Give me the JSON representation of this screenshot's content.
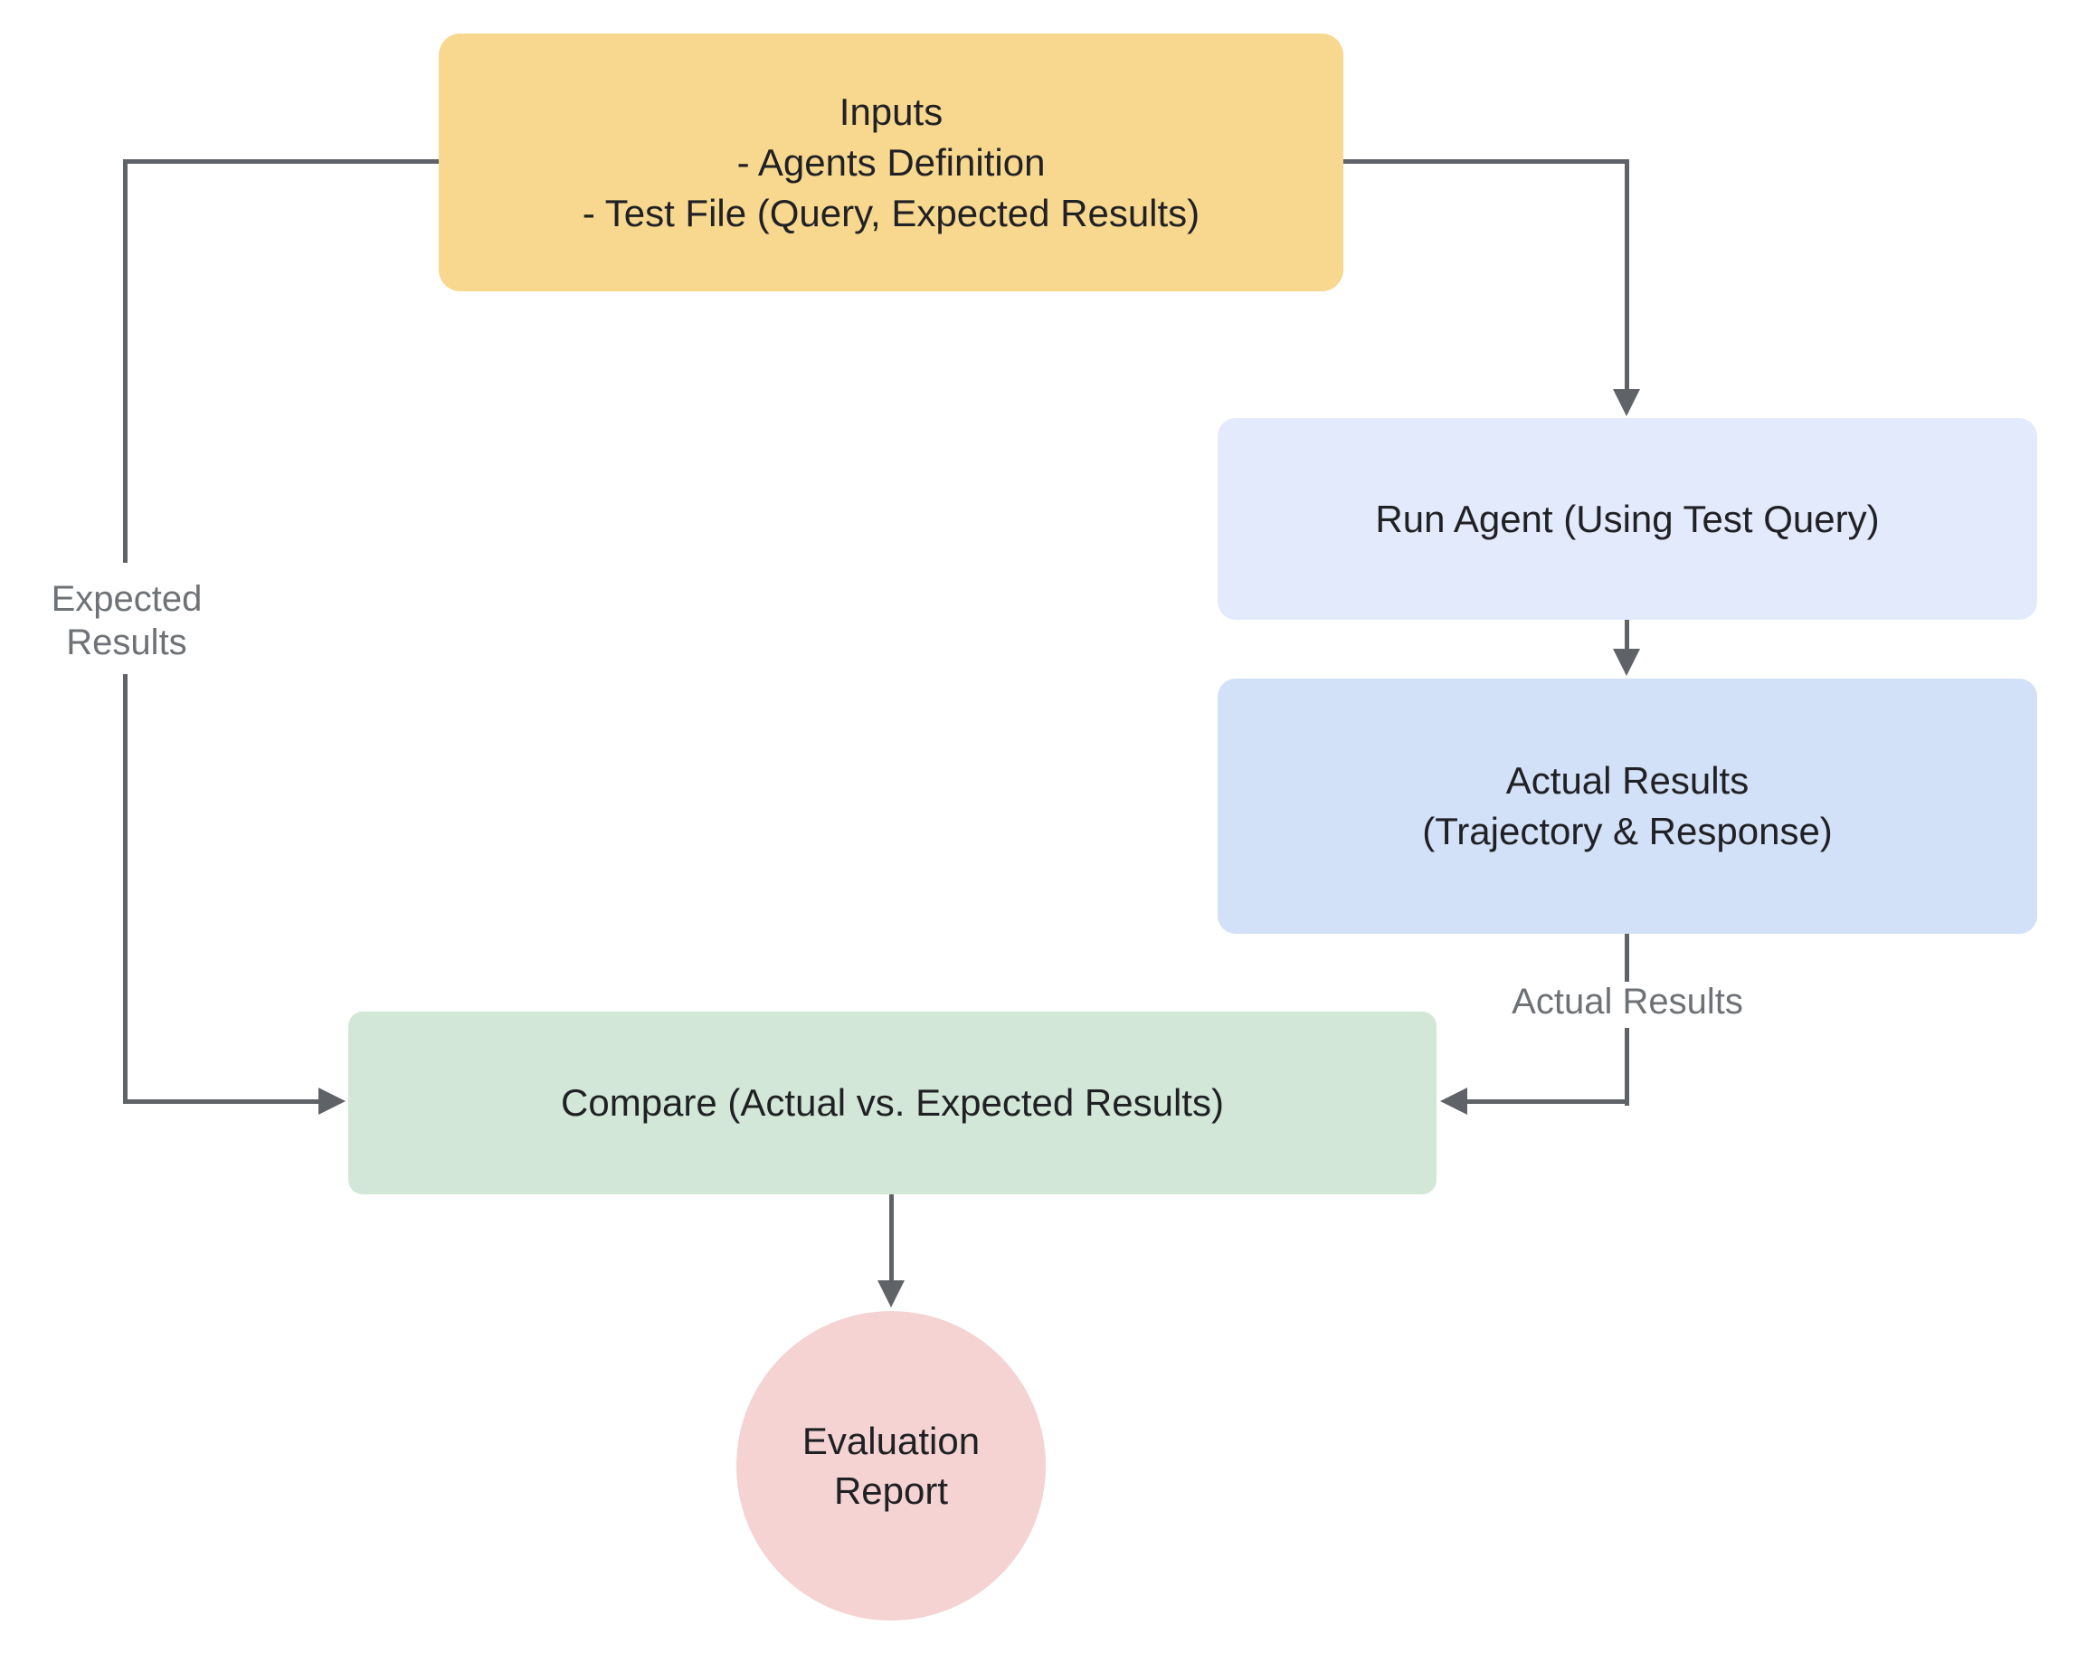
{
  "colors": {
    "inputs-fill": "#F8D78F",
    "run-agent-fill": "#E3EAFB",
    "actual-results-fill": "#D2E0F8",
    "compare-fill": "#D2E7D8",
    "report-fill": "#F4D3D2",
    "line": "#5F6368",
    "node-text": "#202124",
    "label-text": "#6E7276"
  },
  "nodes": {
    "inputs": {
      "lines": [
        "Inputs",
        "- Agents Definition",
        "- Test File (Query, Expected Results)"
      ]
    },
    "run_agent": {
      "label": "Run Agent (Using Test Query)"
    },
    "actual_results": {
      "lines": [
        "Actual Results",
        "(Trajectory & Response)"
      ]
    },
    "compare": {
      "label": "Compare (Actual vs. Expected Results)"
    },
    "evaluation_report": {
      "lines": [
        "Evaluation",
        "Report"
      ]
    }
  },
  "edge_labels": {
    "expected_results": {
      "lines": [
        "Expected",
        "Results"
      ]
    },
    "actual_results": {
      "label": "Actual Results"
    }
  }
}
